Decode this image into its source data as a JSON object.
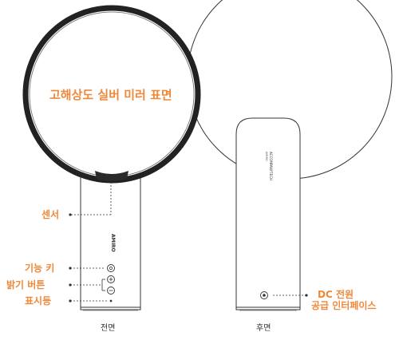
{
  "colors": {
    "accent": "#f0883a",
    "outline": "#333333",
    "ring": "#222222",
    "sensor": "#2a2a2a"
  },
  "front": {
    "mirror_label": "고해상도 실버 미러 표면",
    "sensor_label": "센서",
    "function_key_label": "기능 키",
    "brightness_label": "밝기 버튼",
    "indicator_label": "표시등",
    "brand_mark": "AMIRO",
    "caption": "전면"
  },
  "back": {
    "dc_label_line1": "DC 전원",
    "dc_label_line2": "공급 인터페이스",
    "brand_small": "AMIRO",
    "brand_mark": "ACCOMPANYTECH",
    "caption": "후면"
  }
}
